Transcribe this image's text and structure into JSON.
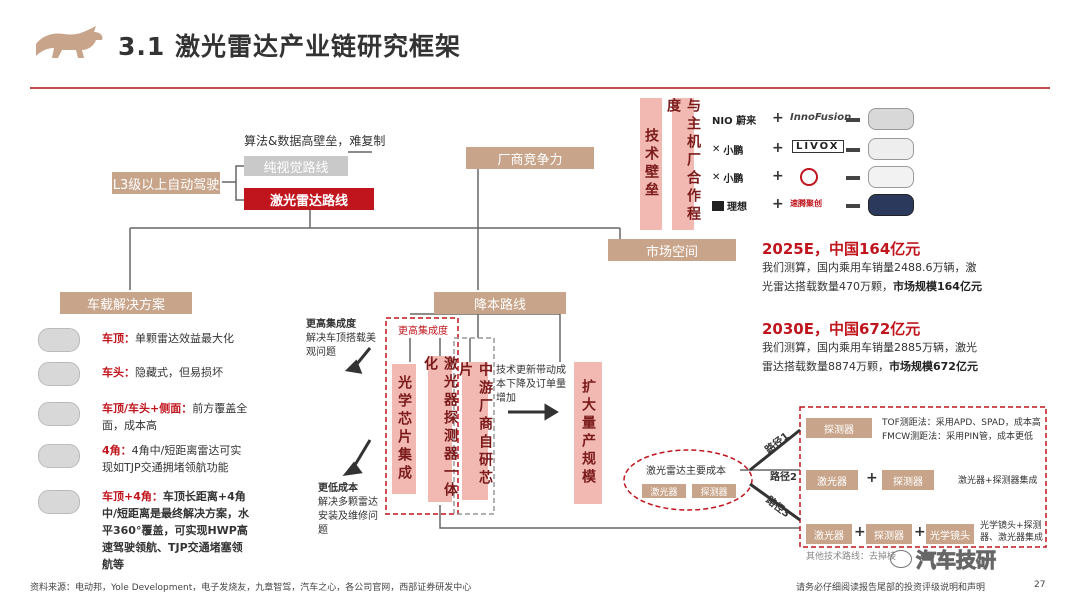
{
  "header": {
    "title": "3.1 激光雷达产业链研究框架"
  },
  "left_tree": {
    "l3": "L3级以上自动驾驶",
    "algo_note": "算法&数据高壁垒，难复制",
    "pure_vision": "纯视觉路线",
    "lidar_route": "激光雷达路线",
    "oem": "厂商竞争力",
    "market": "市场空间",
    "vehicle_solution": "车载解决方案",
    "cost_route": "降本路线"
  },
  "vehicle_items": [
    {
      "key": "车顶：",
      "text": "单颗雷达效益最大化"
    },
    {
      "key": "车头：",
      "text": "隐藏式，但易损坏"
    },
    {
      "key": "车顶/车头+侧面：",
      "text": "前方覆盖全面，成本高"
    },
    {
      "key": "4角：",
      "text": "4角中/短距离雷达可实现如TJP交通拥堵领航功能"
    },
    {
      "key": "车顶+4角：",
      "text": "车顶长距离+4角中/短距离是最终解决方案，水平360°覆盖，可实现HWP高速驾驶领航、TJP交通堵塞领航等"
    }
  ],
  "cost_tree": {
    "higher_integration_title": "更高集成度",
    "higher_integration_text": "解决车顶搭载美观问题",
    "lower_cost_title": "更低成本",
    "lower_cost_text": "解决多颗雷达安装及维修问题",
    "integration_label": "更高集成度",
    "chip_integration": "光学芯片集成",
    "laser_detector": "激光器探测器一体化",
    "mid_chip": "中游厂商自研芯片",
    "tech_note": "技术更新带动成本下降及订单量增加",
    "scale": "扩大量产规模"
  },
  "cost_paths": {
    "main_cost": "激光雷达主要成本",
    "laser": "激光器",
    "detector": "探测器",
    "path1": "路径1",
    "path2": "路径2",
    "path3": "路径3",
    "p1_box": "探测器",
    "p1_tof": "TOF测距法：采用APD、SPAD，成本高",
    "p1_fmcw": "FMCW测距法：采用PIN管，成本更低",
    "p2_laser": "激光器",
    "p2_detector": "探测器",
    "p2_result": "激光器+探测器集成",
    "p3_laser": "激光器",
    "p3_detector": "探测器",
    "p3_lens": "光学镜头",
    "p3_result": "光学镜头+探测器、激光器集成",
    "p3_other": "其他技术路线：去掉棱"
  },
  "right_top": {
    "barrier": "技术壁垒",
    "coop": "与主机厂合作程度",
    "rows": [
      {
        "oem": "NIO 蔚来",
        "partner": "InnoFusion",
        "oem_icon": "nio-logo-icon",
        "partner_icon": "innofusion-logo-icon"
      },
      {
        "oem": "小鹏",
        "partner": "LIVOX",
        "oem_icon": "xpeng-logo-icon",
        "partner_icon": "livox-logo-icon"
      },
      {
        "oem": "小鹏",
        "partner": "",
        "oem_icon": "xpeng-logo-icon",
        "partner_icon": "robosense-logo-icon"
      },
      {
        "oem": "理想",
        "partner": "速腾聚创",
        "oem_icon": "lixiang-logo-icon",
        "partner_icon": "robosense-logo-icon"
      }
    ]
  },
  "market": {
    "y2025_title": "2025E，中国164亿元",
    "y2025_line1": "我们测算，国内乘用车销量2488.6万辆，激",
    "y2025_line2": "光雷达搭载数量470万颗，",
    "y2025_bold": "市场规模164亿元",
    "y2030_title": "2030E，中国672亿元",
    "y2030_line1": "我们测算，国内乘用车销量2885万辆，激光",
    "y2030_line2": "雷达搭载数量8874万颗，",
    "y2030_bold": "市场规模672亿元"
  },
  "footer": {
    "source": "资料来源：电动邦，Yole Development，电子发烧友，九章智驾，汽车之心，各公司官网，西部证券研发中心",
    "disclaimer": "请务必仔细阅读报告尾部的投资评级说明和声明",
    "page": "27",
    "watermark": "汽车技研"
  },
  "colors": {
    "accent": "#c0151d",
    "tan": "#c8a58a",
    "pink": "#f2b8b2"
  }
}
